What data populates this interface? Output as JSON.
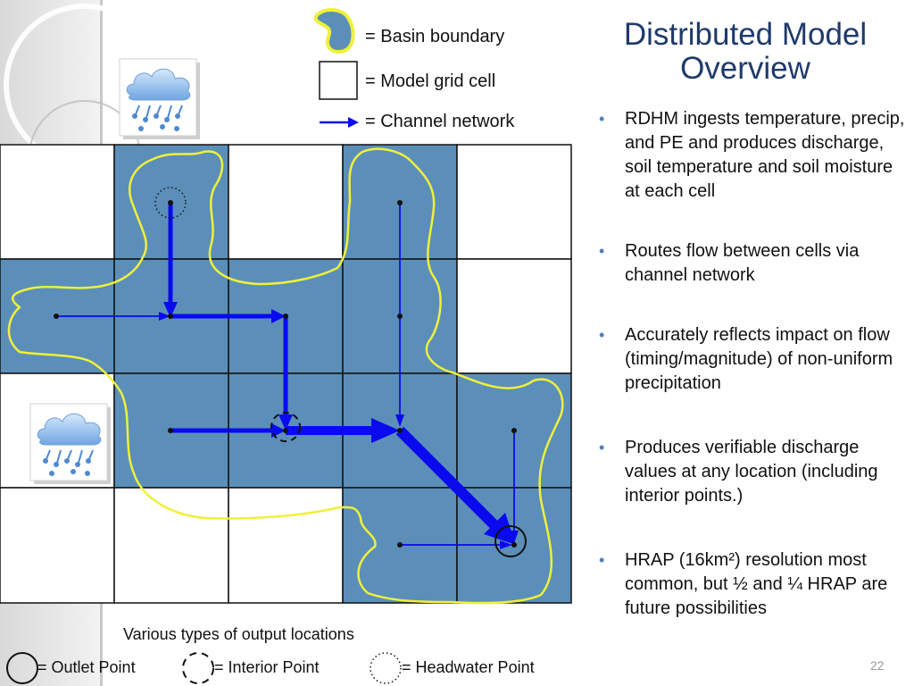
{
  "slide": {
    "title_line1": "Distributed Model",
    "title_line2": "Overview",
    "page_number": "22"
  },
  "legend": {
    "basin_boundary": "= Basin boundary",
    "model_grid_cell": "= Model grid cell",
    "channel_network": "= Channel network"
  },
  "bullets": [
    "RDHM ingests temperature, precip, and PE and produces discharge, soil temperature and soil moisture at each cell",
    "Routes flow between cells via channel network",
    "Accurately reflects impact on flow (timing/magnitude) of non-uniform precipitation",
    "Produces verifiable discharge values at any location (including interior points.)",
    "HRAP (16km²) resolution most common, but ½ and ¼ HRAP are future possibilities"
  ],
  "output_locations": {
    "caption": "Various types of output locations",
    "outlet_point": "= Outlet Point",
    "interior_point": "= Interior Point",
    "headwater_point": "= Headwater Point"
  },
  "colors": {
    "basin_fill": "#5b8fb9",
    "basin_boundary": "#f0f03a",
    "channel": "#0a0aee",
    "grid_line": "#111111",
    "title": "#1f3a6b"
  },
  "icons": [
    "rain-cloud-icon",
    "rain-cloud-icon"
  ]
}
